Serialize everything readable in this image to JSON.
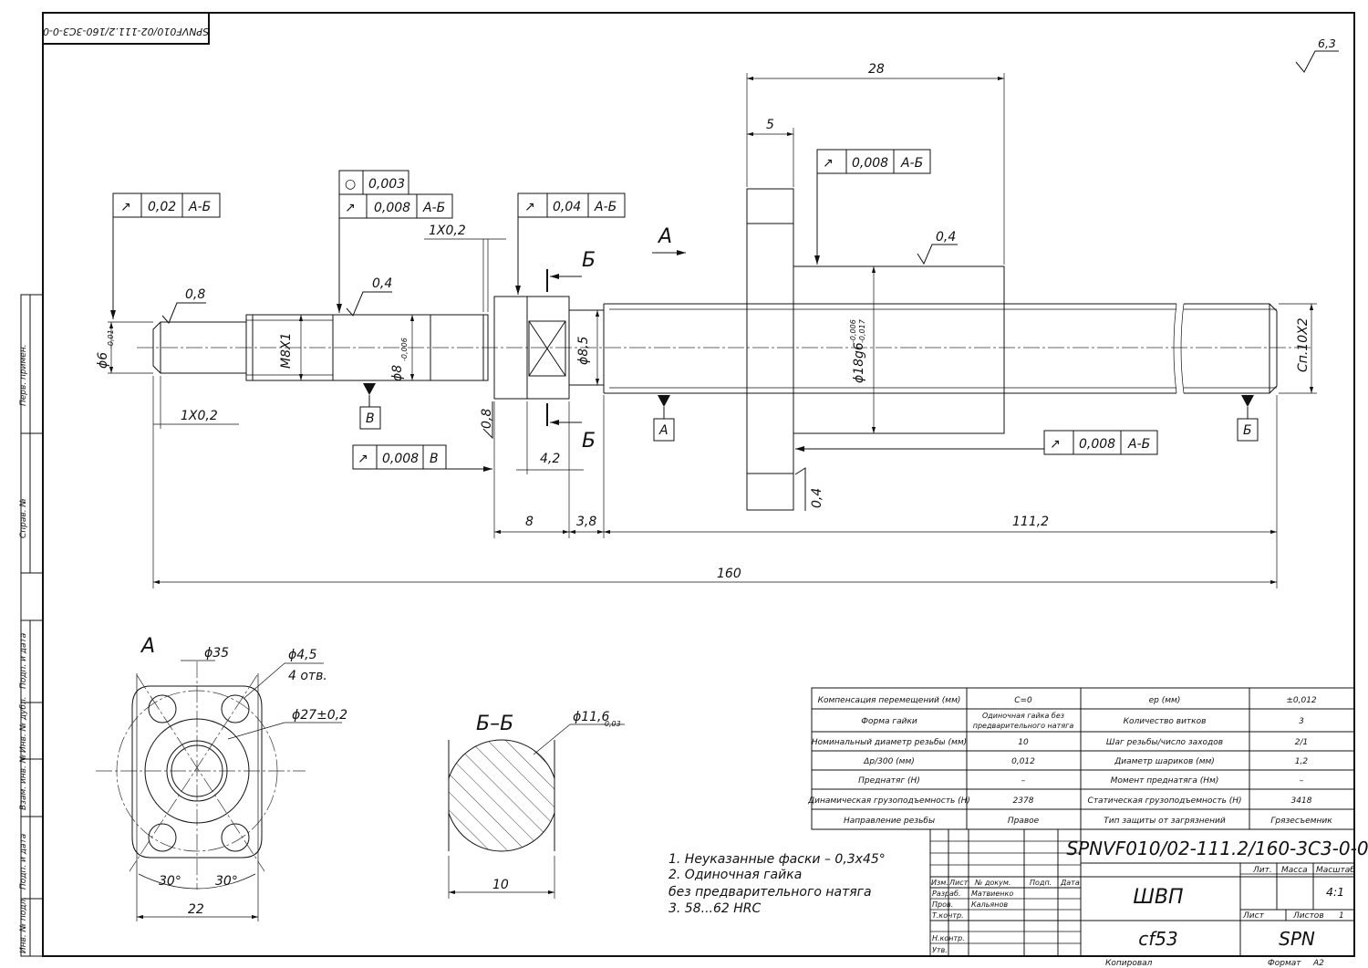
{
  "drawing": {
    "stamp_top": "SPNVF010/02-111.2/160-3C3-0-0",
    "roughness_general": "6,3",
    "side_labels": [
      "Перв. примен.",
      "Справ. №",
      "Подп. и дата",
      "Инв. № дубл.",
      "Взам. инв. №",
      "Подп. и дата",
      "Инв. № подл."
    ],
    "tolerance_frames": [
      {
        "sym": "↗",
        "value": "0,02",
        "base": "А-Б"
      },
      {
        "sym": "○",
        "value": "0,003",
        "base": ""
      },
      {
        "sym": "↗",
        "value": "0,008",
        "base": "А-Б"
      },
      {
        "sym": "↗",
        "value": "0,04",
        "base": "А-Б"
      },
      {
        "sym": "↗",
        "value": "0,008",
        "base": "А-Б"
      },
      {
        "sym": "↗",
        "value": "0,008",
        "base": "В"
      },
      {
        "sym": "↗",
        "value": "0,008",
        "base": "А-Б"
      }
    ],
    "dimensions": {
      "d28": "28",
      "d5": "5",
      "d160": "160",
      "d111_2": "111,2",
      "d8": "8",
      "d3_8": "3,8",
      "d4_2": "4,2",
      "ch1": "1Х0,2",
      "ch2": "1Х0,2",
      "r08a": "0,8",
      "r04a": "0,4",
      "r04b": "0,4",
      "r04c": "0,4",
      "r08b": "0,8",
      "dia6": "ϕ6",
      "dia6_tol": "-0,01",
      "m8": "М8Х1",
      "dia8": "ϕ8",
      "dia8_tol": "-0,006",
      "dia8_5": "ϕ8,5",
      "dia18": "ϕ18g6",
      "dia18_tol_up": "-0,006",
      "dia18_tol_lo": "-0,017",
      "sp": "Сп.10Х2"
    },
    "datums": {
      "a": "А",
      "b": "Б",
      "v": "В"
    },
    "section_labels": {
      "view_a": "А",
      "sec_b": "Б",
      "sec_bb": "Б–Б"
    },
    "view_a": {
      "d35": "ϕ35",
      "d45": "ϕ4,5",
      "holes": "4 отв.",
      "d27": "ϕ27±0,2",
      "ang1": "30°",
      "ang2": "30°",
      "w22": "22"
    },
    "section_bb": {
      "d116": "ϕ11,6",
      "d116_tol": "-0,03",
      "w10": "10"
    },
    "notes": [
      "1. Неуказанные фаски – 0,3х45°",
      "2. Одиночная гайка",
      "без предварительного натяга",
      "3. 58...62 HRC"
    ]
  },
  "spec_table": {
    "rows": [
      [
        "Компенсация перемещений (мм)",
        "C=0",
        "ep (мм)",
        "±0,012"
      ],
      [
        "Форма гайки",
        "Одиночная гайка без\nпредварительного натяга",
        "Количество витков",
        "3"
      ],
      [
        "Номинальный диаметр резьбы (мм)",
        "10",
        "Шаг резьбы/число заходов",
        "2/1"
      ],
      [
        "Δp/300 (мм)",
        "0,012",
        "Диаметр шариков (мм)",
        "1,2"
      ],
      [
        "Преднатяг (Н)",
        "–",
        "Момент преднатяга (Нм)",
        "–"
      ],
      [
        "Динамическая грузоподъемность (Н)",
        "2378",
        "Статическая грузоподъемность (Н)",
        "3418"
      ],
      [
        "Направление резьбы",
        "Правое",
        "Тип защиты от загрязнений",
        "Грязесъемник"
      ]
    ]
  },
  "title_block": {
    "designation": "SPNVF010/02-111.2/160-3C3-0-0",
    "name": "ШВП",
    "material": "cf53",
    "company": "SPN",
    "scale": "4:1",
    "sheet_label": "Лист",
    "sheets_label": "Листов",
    "sheets_count": "1",
    "lit": "Лит.",
    "mass": "Масса",
    "scale_label": "Масштаб",
    "col_labels": [
      "Изм.",
      "Лист",
      "№ докум.",
      "Подп.",
      "Дата"
    ],
    "roles": [
      "Разраб.",
      "Пров.",
      "Т.контр.",
      "Н.контр.",
      "Утв."
    ],
    "names": [
      "Матвиенко",
      "Кальянов"
    ],
    "copied": "Копировал",
    "format": "Формат",
    "format_value": "A2"
  }
}
